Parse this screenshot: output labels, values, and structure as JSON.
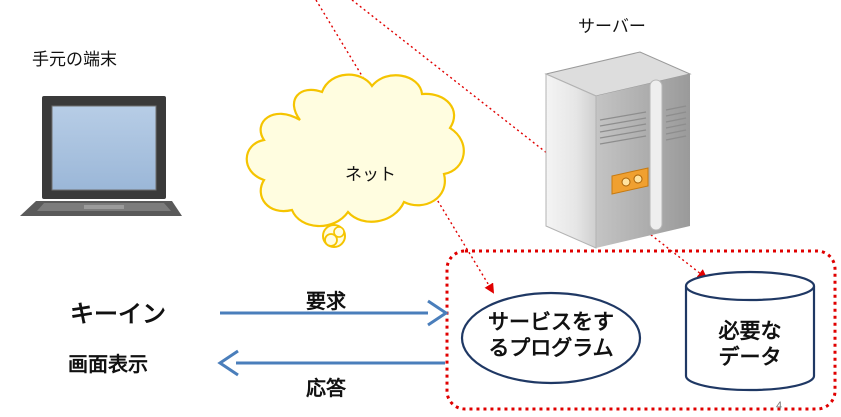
{
  "labels": {
    "local_terminal": "手元の端末",
    "server": "サーバー",
    "network": "ネット",
    "key_in": "キーイン",
    "screen_display": "画面表示",
    "request": "要求",
    "response": "応答",
    "page_number": "4"
  },
  "boxes": {
    "program_line1": "サービスをす",
    "program_line2": "るプログラム",
    "data_line1": "必要な",
    "data_line2": "データ"
  },
  "icons": {
    "terminal": "laptop-icon",
    "network": "cloud-icon",
    "server": "server-icon",
    "database": "cylinder-icon"
  },
  "colors": {
    "dotted_red": "#e00000",
    "arrow_blue": "#4a7ebb",
    "ellipse_stroke": "#1f3864",
    "cloud_fill": "#fffde0",
    "cloud_stroke": "#f5c400"
  }
}
